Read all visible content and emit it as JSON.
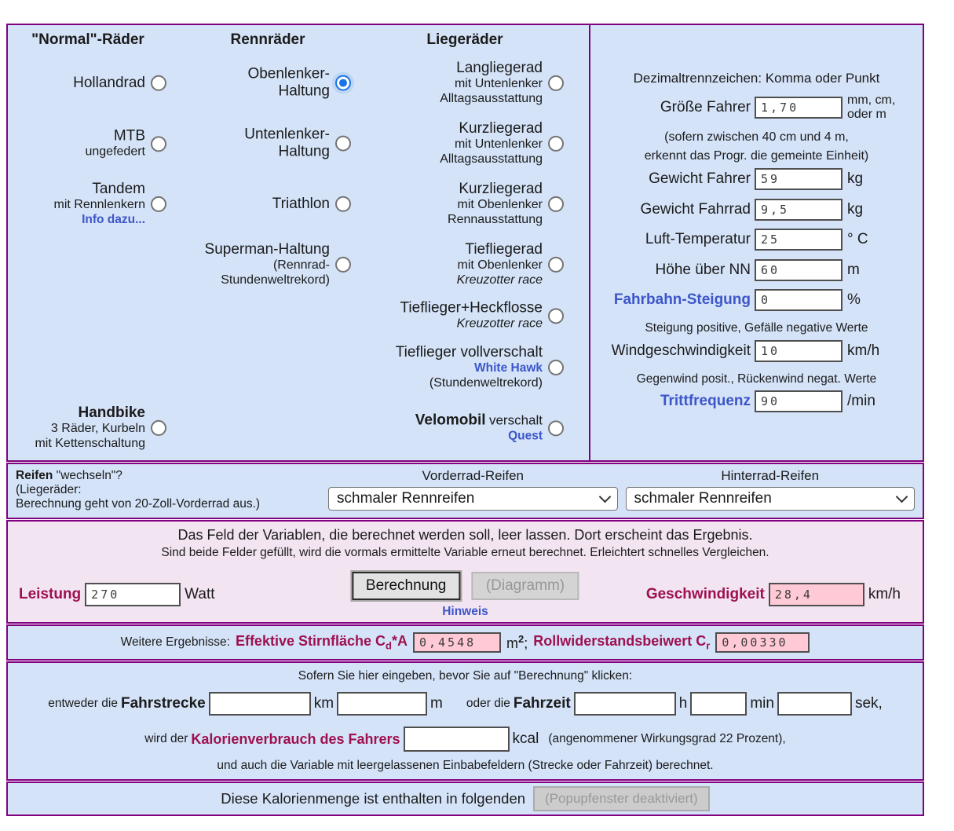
{
  "bikes": {
    "selected": "Obenlenker-Haltung",
    "normal": {
      "header": "\"Normal\"-Räder",
      "hollandrad": "Hollandrad",
      "mtb1": "MTB",
      "mtb2": "ungefedert",
      "tandem1": "Tandem",
      "tandem2": "mit Rennlenkern",
      "tandem_link": "Info dazu...",
      "handbike1": "Handbike",
      "handbike2": "3 Räder, Kurbeln",
      "handbike3": "mit Kettenschaltung"
    },
    "renn": {
      "header": "Rennräder",
      "oben1": "Obenlenker-",
      "oben2": "Haltung",
      "unten1": "Untenlenker-",
      "unten2": "Haltung",
      "triathlon": "Triathlon",
      "sup1": "Superman-Haltung",
      "sup2": "(Rennrad-",
      "sup3": "Stundenweltrekord)"
    },
    "liege": {
      "header": "Liegeräder",
      "lang1": "Langliegerad",
      "lang2": "mit Untenlenker",
      "lang3": "Alltagsausstattung",
      "kurzA1": "Kurzliegerad",
      "kurzA2": "mit Untenlenker",
      "kurzA3": "Alltagsausstattung",
      "kurzB1": "Kurzliegerad",
      "kurzB2": "mit Obenlenker",
      "kurzB3": "Rennausstattung",
      "tief1": "Tiefliegerad",
      "tief2": "mit Obenlenker",
      "tief3": "Kreuzotter race",
      "heck1": "Tieflieger+Heckflosse",
      "heck2": "Kreuzotter race",
      "voll1": "Tieflieger vollverschalt",
      "voll_link": "White Hawk",
      "voll3": "(Stundenweltrekord)",
      "velo1": "Velomobil",
      "velo2": "verschalt",
      "velo_link": "Quest"
    }
  },
  "panel": {
    "intro": "Dezimaltrennzeichen: Komma oder Punkt",
    "groesse_label": "Größe Fahrer",
    "groesse_value": "1,70",
    "groesse_unit1": "mm, cm,",
    "groesse_unit2": "oder m",
    "note1a": "(sofern zwischen 40 cm und 4 m,",
    "note1b": "erkennt das Progr. die gemeinte Einheit)",
    "gf_label": "Gewicht Fahrer",
    "gf_value": "59",
    "gf_unit": "kg",
    "gr_label": "Gewicht Fahrrad",
    "gr_value": "9,5",
    "gr_unit": "kg",
    "temp_label": "Luft-Temperatur",
    "temp_value": "25",
    "temp_unit": "° C",
    "hoehe_label": "Höhe über NN",
    "hoehe_value": "60",
    "hoehe_unit": "m",
    "steig_label": "Fahrbahn-Steigung",
    "steig_value": "0",
    "steig_unit": "%",
    "steig_note": "Steigung positive, Gefälle negative Werte",
    "wind_label": "Windgeschwindigkeit",
    "wind_value": "10",
    "wind_unit": "km/h",
    "wind_note": "Gegenwind posit., Rückenwind negat. Werte",
    "tritt_label": "Trittfrequenz",
    "tritt_value": "90",
    "tritt_unit": "/min"
  },
  "tires": {
    "q_bold": "Reifen",
    "q_rest": "\"wechseln\"?",
    "q_line2": "(Liegeräder:",
    "q_line3": "Berechnung geht von 20-Zoll-Vorderrad aus.)",
    "front_header": "Vorderrad-Reifen",
    "front_value": "schmaler Rennreifen",
    "rear_header": "Hinterrad-Reifen",
    "rear_value": "schmaler Rennreifen"
  },
  "calc": {
    "line1": "Das Feld der Variablen, die berechnet werden soll, leer lassen. Dort erscheint das Ergebnis.",
    "line2": "Sind beide Felder gefüllt, wird die vormals ermittelte Variable erneut berechnet. Erleichtert schnelles Vergleichen.",
    "leistung_label": "Leistung",
    "leistung_value": "270",
    "leistung_unit": "Watt",
    "btn_berechnung": "Berechnung",
    "btn_diagramm": "(Diagramm)",
    "hinweis": "Hinweis",
    "geschw_label": "Geschwindigkeit",
    "geschw_value": "28,4",
    "geschw_unit": "km/h"
  },
  "results": {
    "prefix": "Weitere Ergebnisse:",
    "cda_label": "Effektive Stirnfläche C",
    "cda_sub": "d",
    "cda_after": "*A",
    "cda_value": "0,4548",
    "cda_unit": "m",
    "cda_sup": "2",
    "cda_semi": ";",
    "cr_label": "Rollwiderstandsbeiwert C",
    "cr_sub": "r",
    "cr_value": "0,00330"
  },
  "distance": {
    "line1": "Sofern Sie hier eingeben, bevor Sie auf \"Berechnung\" klicken:",
    "pre1": "entweder die",
    "strecke": "Fahrstrecke",
    "km": "km",
    "m": "m",
    "pre2": "oder die",
    "zeit": "Fahrzeit",
    "h": "h",
    "min": "min",
    "sek": "sek,",
    "pre3": "wird der",
    "kcal_label": "Kalorienverbrauch des Fahrers",
    "kcal_unit": "kcal",
    "kcal_note": "(angenommener Wirkungsgrad 22 Prozent),",
    "line4": "und auch die Variable mit leergelassenen Einbabefeldern (Strecke oder Fahrzeit) berechnet."
  },
  "footer": {
    "text": "Diese Kalorienmenge ist enthalten in folgenden",
    "btn": "(Popupfenster deaktiviert)"
  },
  "colors": {
    "border": "#800080",
    "panel_bg": "#d4e3f8",
    "calc_bg": "#f2e4f1",
    "result_field_bg": "#ffc9d6",
    "accent_label": "#9e1050",
    "link": "#3d56c9",
    "radio_selected": "#1a73e8"
  }
}
